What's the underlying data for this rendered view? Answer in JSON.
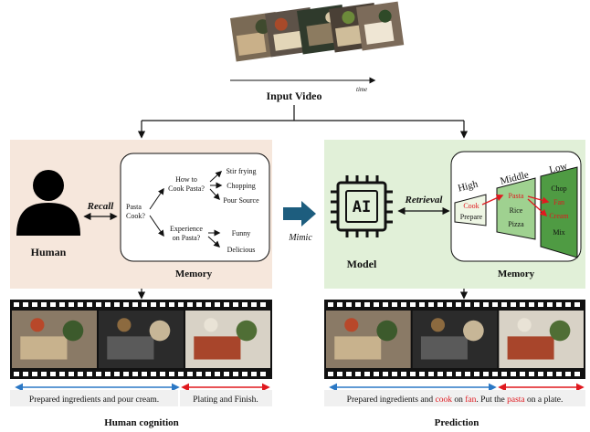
{
  "input_video": {
    "label": "Input Video",
    "axis_label": "time"
  },
  "human_panel": {
    "agent_label": "Human",
    "arrow_label": "Recall",
    "memory_title": "Memory",
    "tree": {
      "root": "Pasta Cook?",
      "branch_1": "How to Cook Pasta?",
      "branch_1_leaves": [
        "Stir frying",
        "Chopping",
        "Pour Source"
      ],
      "branch_2": "Experience on Pasta?",
      "branch_2_leaves": [
        "Funny",
        "Delicious"
      ]
    },
    "caption_left": "Prepared ingredients and pour cream.",
    "caption_right": "Plating and Finish.",
    "bottom_label": "Human cognition"
  },
  "mimic_label": "Mimic",
  "model_panel": {
    "agent_label": "Model",
    "chip_text": "AI",
    "arrow_label": "Retrieval",
    "memory_title": "Memory",
    "levels": {
      "high": {
        "header": "High",
        "items": [
          "Cook",
          "Prepare"
        ]
      },
      "middle": {
        "header": "Middle",
        "items": [
          "Pasta",
          "Rice",
          "Pizza"
        ]
      },
      "low": {
        "header": "Low",
        "items": [
          "Chop",
          "Fan",
          "Cream",
          "Mix"
        ]
      }
    },
    "caption_parts": [
      "Prepared ingredients and ",
      "cook",
      " on ",
      "fan",
      ". Put the ",
      "pasta",
      " on a plate."
    ],
    "bottom_label": "Prediction"
  },
  "colors": {
    "human_bg": "#f6e7dc",
    "model_bg": "#e1f0d8",
    "highlight": "#e0191f",
    "timeline_blue": "#2b78c5",
    "timeline_red": "#e0191f",
    "level_high": "#eef6e4",
    "level_middle": "#9fd190",
    "level_low": "#4f9b43",
    "mimic_arrow": "#1d5d7e"
  }
}
